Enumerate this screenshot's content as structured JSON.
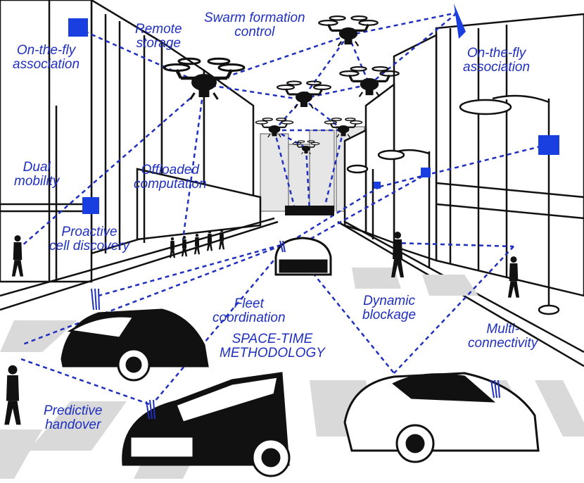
{
  "labels": {
    "on_the_fly_left": [
      "On-the-fly",
      "association"
    ],
    "remote_storage": [
      "Remote",
      "storage"
    ],
    "swarm": [
      "Swarm formation",
      "control"
    ],
    "on_the_fly_right": [
      "On-the-fly",
      "association"
    ],
    "dual_mobility": [
      "Dual",
      "mobility"
    ],
    "offloaded": [
      "Offloaded",
      "computation"
    ],
    "proactive": [
      "Proactive",
      "cell discovery"
    ],
    "fleet": [
      "Fleet",
      "coordination"
    ],
    "dynamic_blockage": [
      "Dynamic",
      "blockage"
    ],
    "multi": [
      "Multi-",
      "connectivity"
    ],
    "space_time": [
      "SPACE-TIME",
      "METHODOLOGY"
    ],
    "predictive": [
      "Predictive",
      "handover"
    ]
  },
  "colors": {
    "link": "#1f2fbf",
    "node": "#1a3fe0",
    "ink": "#111111",
    "crosswalk": "#d9d9d9",
    "building_fill": "#ffffff",
    "skyline_fill": "#e6e6e6"
  },
  "icons": [
    "drone-icon",
    "car-icon",
    "pedestrian-icon",
    "base-station-icon",
    "antenna-icon",
    "street-lamp-icon"
  ]
}
